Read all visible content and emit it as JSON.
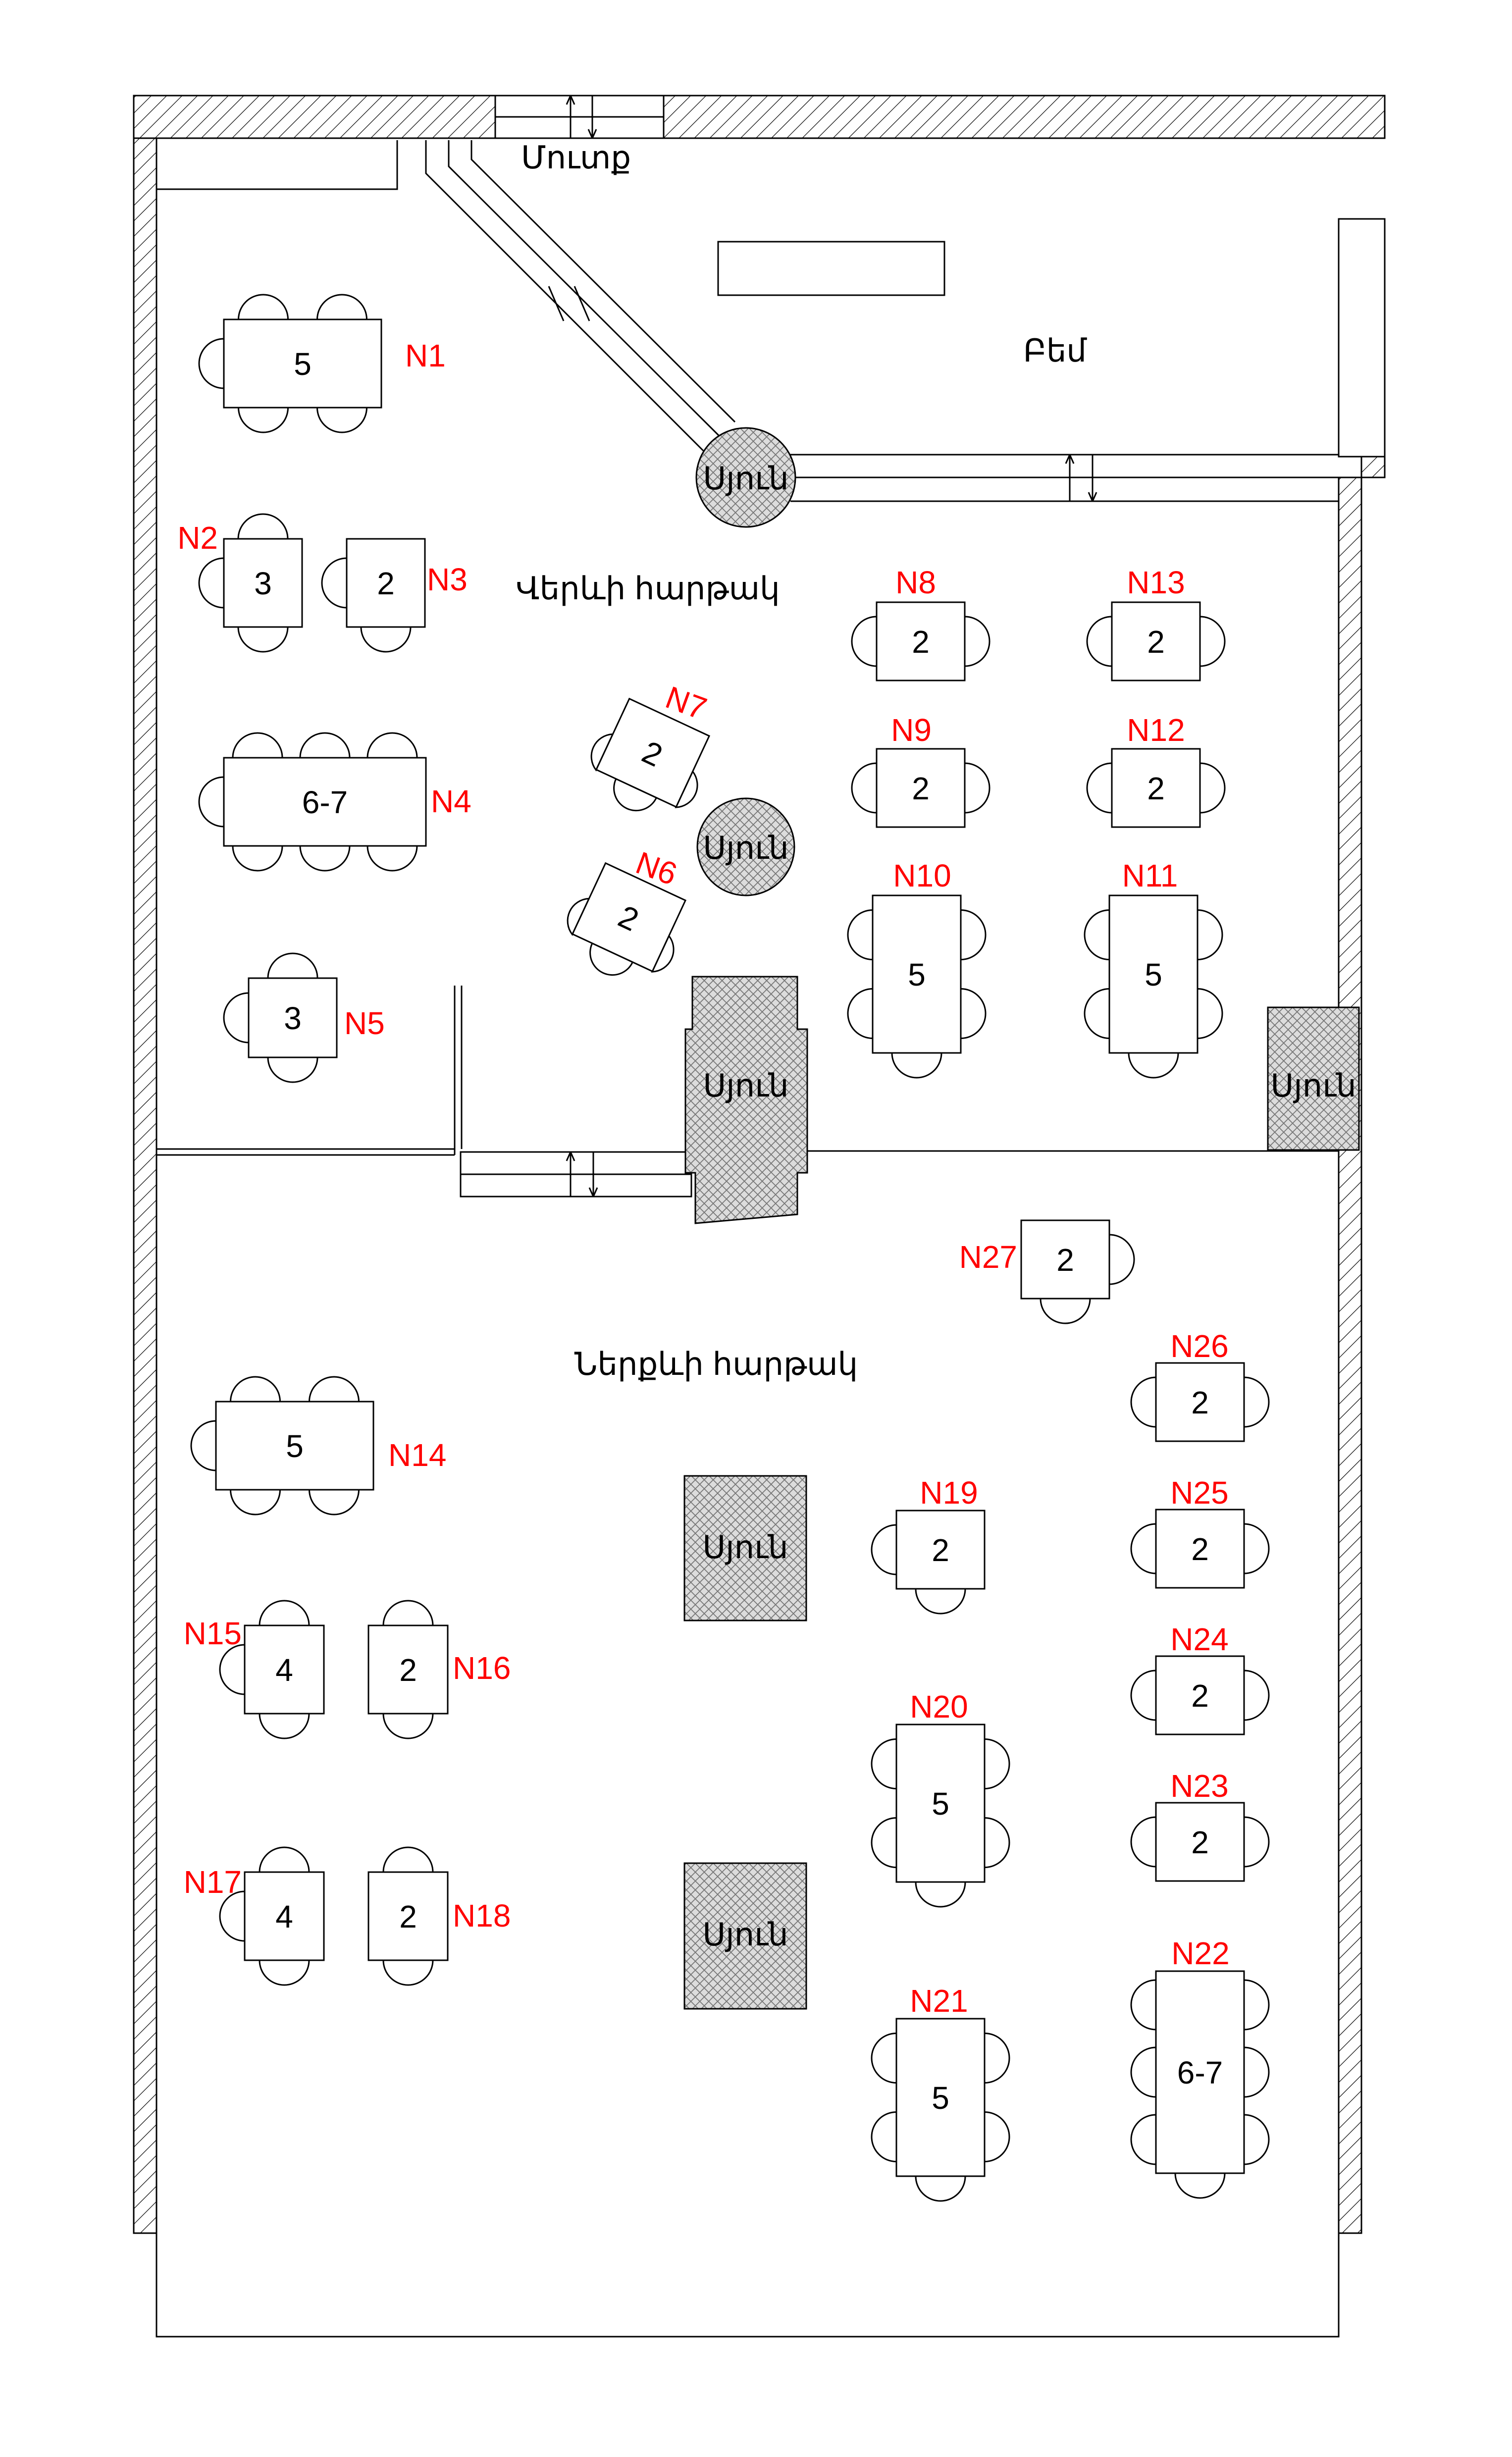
{
  "labels": {
    "entrance": "Մուտք",
    "stage": "Բեմ",
    "upper_hall": "Վերևի հարթակ",
    "lower_hall": "Ներքևի հարթակ",
    "column": "Սյուն"
  },
  "colors": {
    "table_label": "#ff0000",
    "ink": "#000000",
    "background": "#ffffff"
  },
  "tables": [
    {
      "id": "N1",
      "label": "N1",
      "seats": "5"
    },
    {
      "id": "N2",
      "label": "N2",
      "seats": "3"
    },
    {
      "id": "N3",
      "label": "N3",
      "seats": "2"
    },
    {
      "id": "N4",
      "label": "N4",
      "seats": "6-7"
    },
    {
      "id": "N5",
      "label": "N5",
      "seats": "3"
    },
    {
      "id": "N6",
      "label": "N6",
      "seats": "2"
    },
    {
      "id": "N7",
      "label": "N7",
      "seats": "2"
    },
    {
      "id": "N8",
      "label": "N8",
      "seats": "2"
    },
    {
      "id": "N9",
      "label": "N9",
      "seats": "2"
    },
    {
      "id": "N10",
      "label": "N10",
      "seats": "5"
    },
    {
      "id": "N11",
      "label": "N11",
      "seats": "5"
    },
    {
      "id": "N12",
      "label": "N12",
      "seats": "2"
    },
    {
      "id": "N13",
      "label": "N13",
      "seats": "2"
    },
    {
      "id": "N14",
      "label": "N14",
      "seats": "5"
    },
    {
      "id": "N15",
      "label": "N15",
      "seats": "4"
    },
    {
      "id": "N16",
      "label": "N16",
      "seats": "2"
    },
    {
      "id": "N17",
      "label": "N17",
      "seats": "4"
    },
    {
      "id": "N18",
      "label": "N18",
      "seats": "2"
    },
    {
      "id": "N19",
      "label": "N19",
      "seats": "2"
    },
    {
      "id": "N20",
      "label": "N20",
      "seats": "5"
    },
    {
      "id": "N21",
      "label": "N21",
      "seats": "5"
    },
    {
      "id": "N22",
      "label": "N22",
      "seats": "6-7"
    },
    {
      "id": "N23",
      "label": "N23",
      "seats": "2"
    },
    {
      "id": "N24",
      "label": "N24",
      "seats": "2"
    },
    {
      "id": "N25",
      "label": "N25",
      "seats": "2"
    },
    {
      "id": "N26",
      "label": "N26",
      "seats": "2"
    },
    {
      "id": "N27",
      "label": "N27",
      "seats": "2"
    }
  ]
}
